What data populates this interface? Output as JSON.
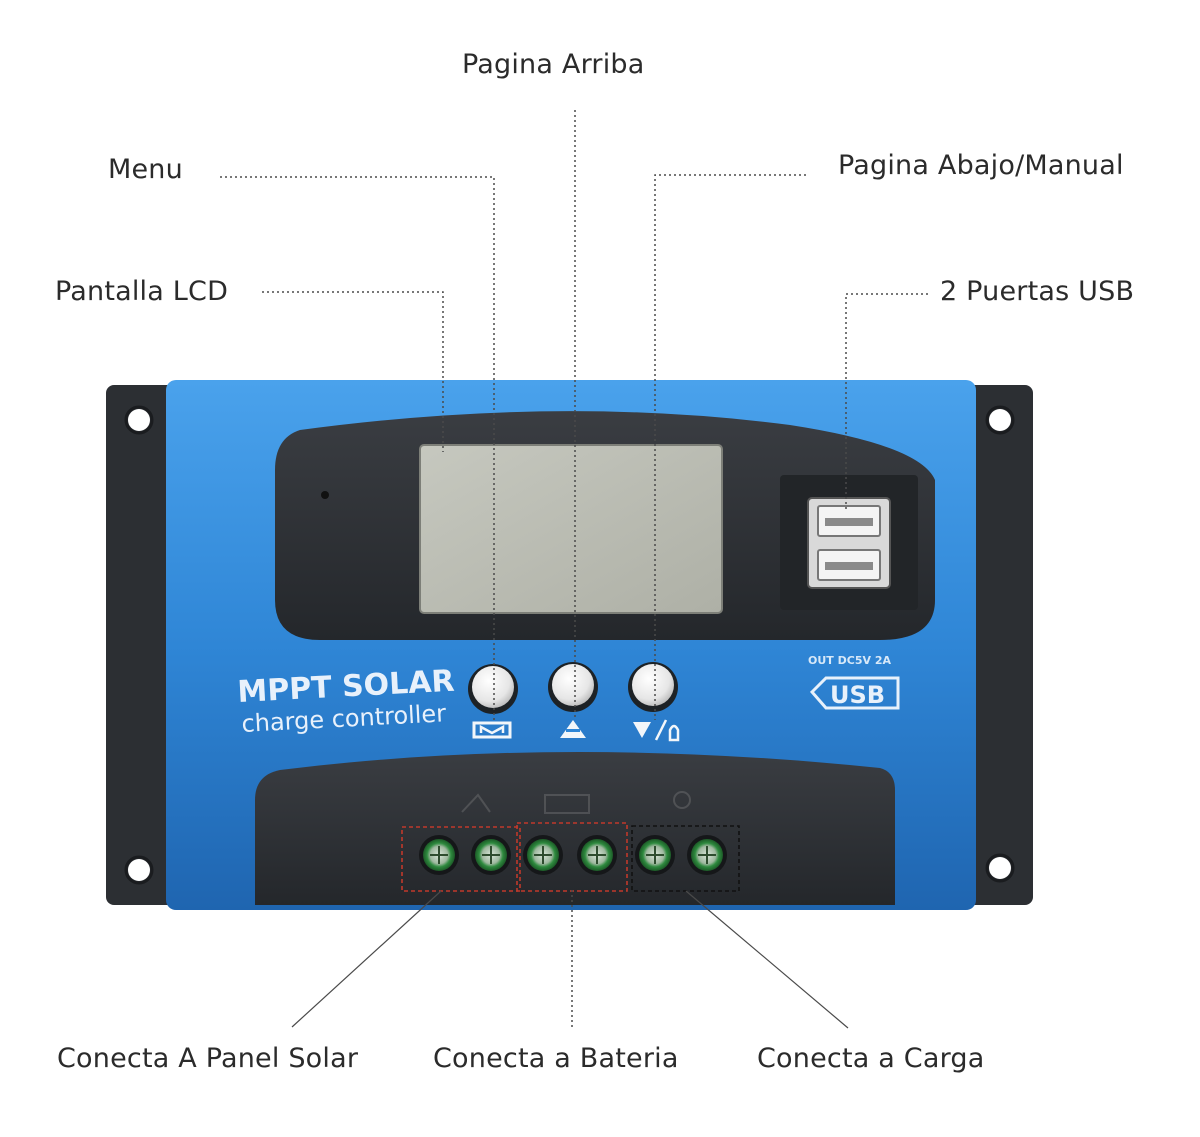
{
  "labels": {
    "page_up": "Pagina Arriba",
    "menu": "Menu",
    "page_down_manual": "Pagina Abajo/Manual",
    "lcd_screen": "Pantalla LCD",
    "usb_ports": "2 Puertas USB",
    "connect_solar_panel": "Conecta A Panel Solar",
    "connect_battery": "Conecta a Bateria",
    "connect_load": "Conecta a Carga"
  },
  "device": {
    "brand_line1": "MPPT SOLAR",
    "brand_line2": "charge controller",
    "usb_rating": "OUT DC5V 2A",
    "usb_logo": "USB"
  },
  "icons": {
    "menu_button": "menu-icon",
    "up_button": "up-arrow-icon",
    "down_button": "down-arrow-manual-icon"
  },
  "colors": {
    "body_blue": "#2f86d6",
    "dark_panel": "#2e3135",
    "lcd": "#b9bbb2",
    "terminal_green": "#3f9a4e",
    "solar_battery_box": "#c0392b",
    "load_box": "#222222"
  }
}
